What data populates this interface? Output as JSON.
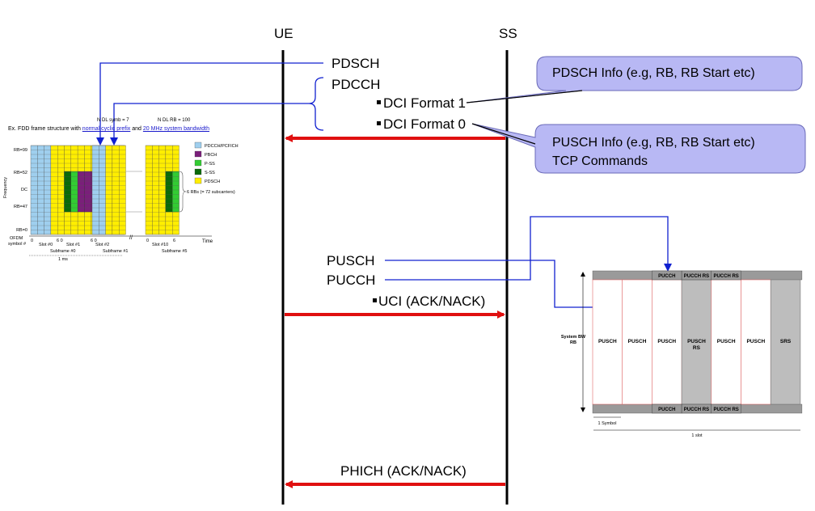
{
  "entities": {
    "ue": "UE",
    "ss": "SS"
  },
  "downlink": {
    "pdsch": "PDSCH",
    "pdcch": "PDCCH",
    "dci_format_1": "DCI Format 1",
    "dci_format_0": "DCI Format 0"
  },
  "callouts": {
    "pdsch_info": "PDSCH Info (e.g, RB, RB Start etc)",
    "pusch_info_line1": "PUSCH Info (e.g, RB, RB Start etc)",
    "pusch_info_line2": "TCP Commands"
  },
  "uplink": {
    "pusch": "PUSCH",
    "pucch": "PUCCH",
    "uci": "UCI (ACK/NACK)"
  },
  "phich": "PHICH (ACK/NACK)",
  "fdd_frame": {
    "caption_prefix": "Ex. FDD frame structure with ",
    "caption_link1": "normal cyclic prefix",
    "caption_mid": " and ",
    "caption_link2": "20 MHz system bandwidth",
    "n_symb": "N DL symb = 7",
    "n_rb": "N DL RB = 100",
    "rb_labels": [
      "RB=99",
      "RB=52",
      "DC",
      "RB=47",
      "RB=0"
    ],
    "frequency_label": "Frequency",
    "ofdm_label": "OFDM symbol #",
    "symbol_ticks": [
      "0",
      "6 0",
      "6 0",
      "0",
      "6"
    ],
    "slot_labels": [
      "Slot #0",
      "Slot #1",
      "Slot #2",
      "Slot #10"
    ],
    "subframe_labels": [
      "Subframe #0",
      "Subframe #1",
      "Subframe #5"
    ],
    "ms_label": "1 ms",
    "time_label": "Time",
    "rb_brace_label": "6 RBs (= 72 subcarriers)",
    "legend": [
      {
        "label": "PDCCH/PCFICH",
        "color": "#9fcfee"
      },
      {
        "label": "PBCH",
        "color": "#7a1f7a"
      },
      {
        "label": "P-SS",
        "color": "#33cc33"
      },
      {
        "label": "S-SS",
        "color": "#0a6a0a"
      },
      {
        "label": "PDSCH",
        "color": "#ffee00"
      }
    ]
  },
  "uplink_slot": {
    "top_labels": [
      "PUCCH",
      "PUCCH RS",
      "PUCCH RS"
    ],
    "bottom_labels": [
      "PUCCH",
      "PUCCH RS",
      "PUCCH RS"
    ],
    "columns": [
      "PUSCH",
      "PUSCH",
      "PUSCH",
      "PUSCH RS",
      "PUSCH",
      "PUSCH",
      "SRS"
    ],
    "system_bw_label": "System BW RB",
    "symbol_label": "1 Symbol",
    "slot_label": "1 slot"
  },
  "colors": {
    "arrow_red": "#e01010",
    "pointer_blue": "#1020d0",
    "callout_fill": "#b8b8f4",
    "gray_block": "#bdbdbd",
    "gray_bar": "#9a9a9a"
  }
}
